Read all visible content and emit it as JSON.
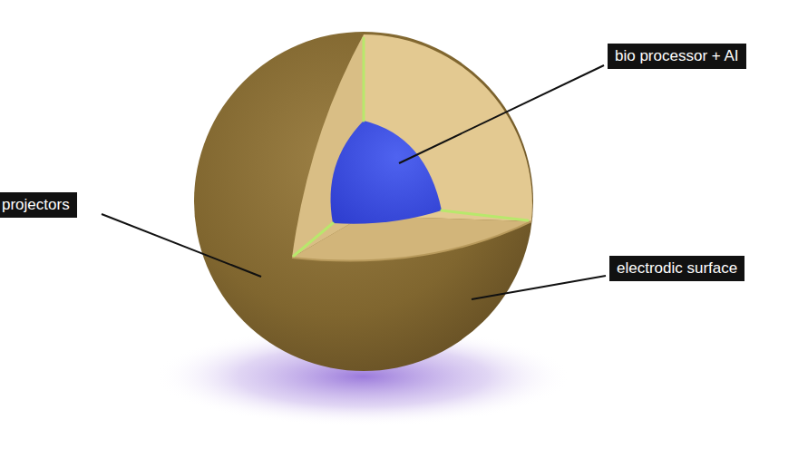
{
  "diagram": {
    "labels": [
      "bio processor + AI",
      "projectors",
      "electrodic surface"
    ]
  }
}
